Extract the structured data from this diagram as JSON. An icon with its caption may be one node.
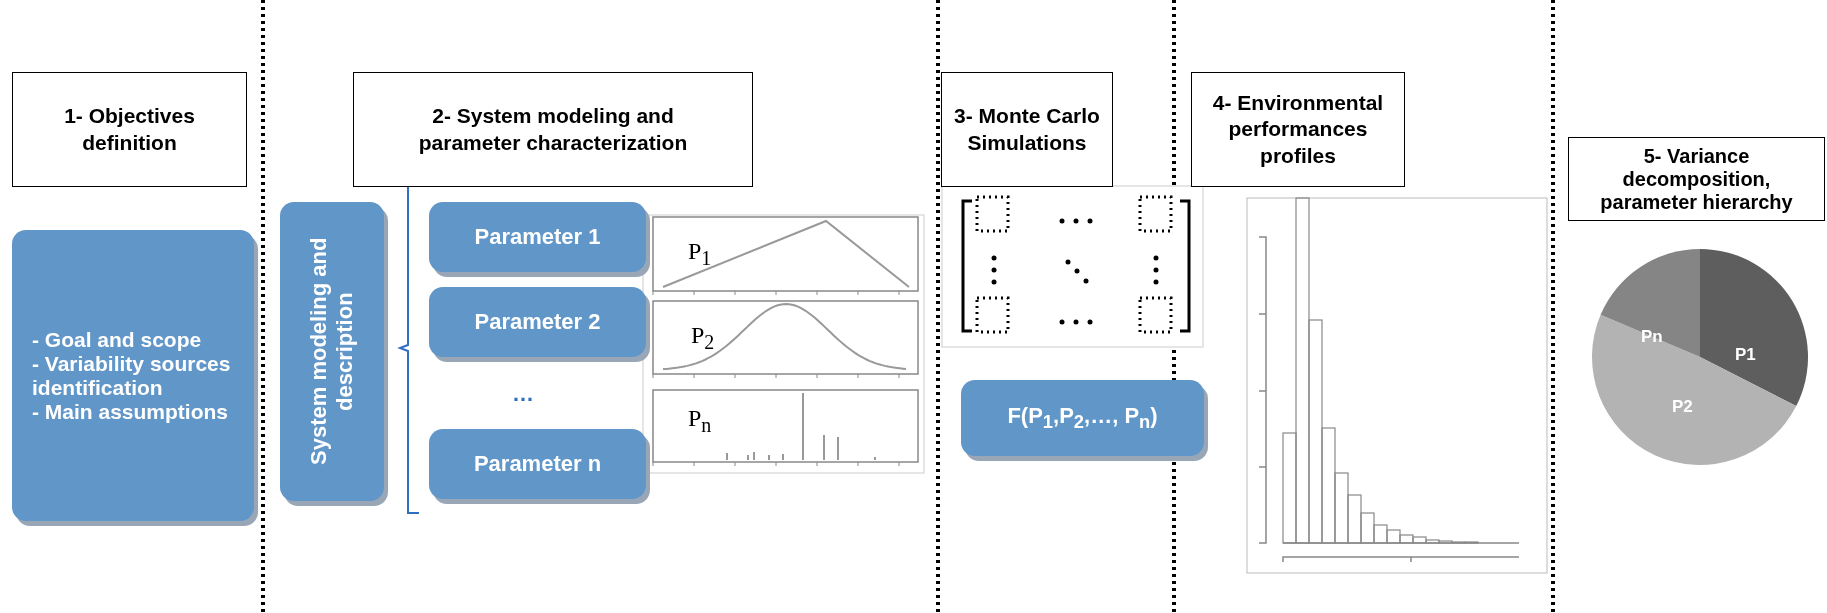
{
  "diagram": {
    "nodes": [
      {
        "text": [
          "1- Objectives definition"
        ]
      },
      {
        "text": [
          "2- System modeling and parameter characterization"
        ]
      },
      {
        "text": [
          "3- Monte Carlo Simulations"
        ]
      },
      {
        "text": [
          "4- Environmental performances profiles"
        ]
      },
      {
        "text": [
          "5- Variance decomposition, parameter hierarchy"
        ]
      },
      {
        "text": [
          "- Goal and scope",
          "- Variability sources identification",
          "- Main assumptions"
        ]
      },
      {
        "text": [
          "System modeling and description"
        ]
      },
      {
        "text": [
          "Parameter 1"
        ]
      },
      {
        "text": [
          "Parameter 2"
        ]
      },
      {
        "text": [
          "Parameter n"
        ]
      },
      {
        "text": [
          "F(P$_{1}$,P$_{2}$,…, P$_{n}$)"
        ]
      }
    ],
    "edges": [],
    "labels": [
      "P$_{1}$",
      "P$_{2}$",
      "…",
      "P$_{n}$",
      "Pn",
      "P1",
      "P2"
    ]
  }
}
